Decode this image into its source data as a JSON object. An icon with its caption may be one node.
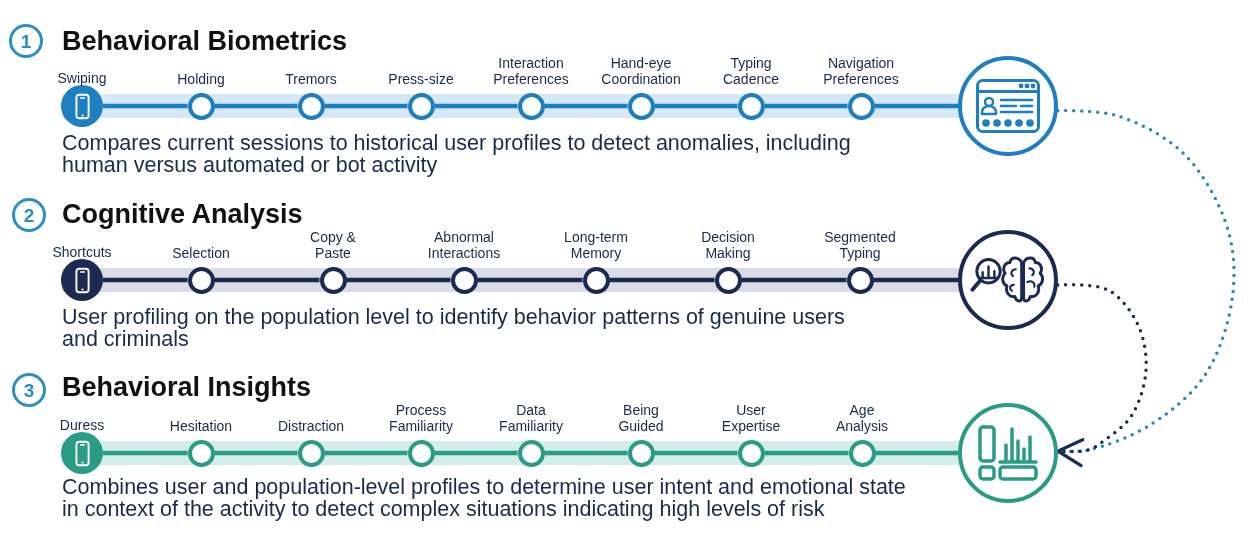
{
  "diagram": {
    "nodes": [
      {
        "text": [
          "1"
        ]
      },
      {
        "text": [
          "Swiping"
        ]
      },
      {
        "text": [
          "Holding"
        ]
      },
      {
        "text": [
          "Tremors"
        ]
      },
      {
        "text": [
          "Press-size"
        ]
      },
      {
        "text": [
          "Interaction Preferences"
        ]
      },
      {
        "text": [
          "Hand-eye Coordination"
        ]
      },
      {
        "text": [
          "Typing Cadence"
        ]
      },
      {
        "text": [
          "Navigation Preferences"
        ]
      },
      {
        "text": [],
        "shape": "circle"
      },
      {
        "text": [
          "2"
        ]
      },
      {
        "text": [
          "Shortcuts"
        ]
      },
      {
        "text": [
          "Selection"
        ]
      },
      {
        "text": [
          "Copy & Paste"
        ]
      },
      {
        "text": [
          "Abnormal Interactions"
        ]
      },
      {
        "text": [
          "Long-term Memory"
        ]
      },
      {
        "text": [
          "Decision Making"
        ]
      },
      {
        "text": [
          "Segmented Typing"
        ]
      },
      {
        "text": [],
        "shape": "circle"
      },
      {
        "text": [
          "3"
        ]
      },
      {
        "text": [
          "Duress"
        ]
      },
      {
        "text": [
          "Hesitation"
        ]
      },
      {
        "text": [
          "Distraction"
        ]
      },
      {
        "text": [
          "Process Familiarity"
        ]
      },
      {
        "text": [
          "Data Familiarity"
        ]
      },
      {
        "text": [
          "Being Guided"
        ]
      },
      {
        "text": [
          "User Expertise"
        ]
      },
      {
        "text": [
          "Age Analysis"
        ]
      },
      {
        "text": [],
        "shape": "circle"
      }
    ],
    "edges": [
      {
        "from": 1,
        "to": 2,
        "arrow": "none",
        "color": "#1d7fbf"
      },
      {
        "from": 2,
        "to": 3,
        "arrow": "none",
        "color": "#1d7fbf"
      },
      {
        "from": 3,
        "to": 4,
        "arrow": "none",
        "color": "#1d7fbf"
      },
      {
        "from": 4,
        "to": 5,
        "arrow": "none",
        "color": "#1d7fbf"
      },
      {
        "from": 5,
        "to": 6,
        "arrow": "none",
        "color": "#1d7fbf"
      },
      {
        "from": 6,
        "to": 7,
        "arrow": "none",
        "color": "#1d7fbf"
      },
      {
        "from": 7,
        "to": 8,
        "arrow": "none",
        "color": "#1d7fbf"
      },
      {
        "from": 8,
        "to": 9,
        "arrow": "none",
        "color": "#1d7fbf"
      },
      {
        "from": 11,
        "to": 12,
        "arrow": "none",
        "color": "#1c2a52"
      },
      {
        "from": 12,
        "to": 13,
        "arrow": "none",
        "color": "#1c2a52"
      },
      {
        "from": 13,
        "to": 14,
        "arrow": "none",
        "color": "#1c2a52"
      },
      {
        "from": 14,
        "to": 15,
        "arrow": "none",
        "color": "#1c2a52"
      },
      {
        "from": 15,
        "to": 16,
        "arrow": "none",
        "color": "#1c2a52"
      },
      {
        "from": 16,
        "to": 17,
        "arrow": "none",
        "color": "#1c2a52"
      },
      {
        "from": 17,
        "to": 18,
        "arrow": "none",
        "color": "#1c2a52"
      },
      {
        "from": 20,
        "to": 21,
        "arrow": "none",
        "color": "#2a9c86"
      },
      {
        "from": 21,
        "to": 22,
        "arrow": "none",
        "color": "#2a9c86"
      },
      {
        "from": 22,
        "to": 23,
        "arrow": "none",
        "color": "#2a9c86"
      },
      {
        "from": 23,
        "to": 24,
        "arrow": "none",
        "color": "#2a9c86"
      },
      {
        "from": 24,
        "to": 25,
        "arrow": "none",
        "color": "#2a9c86"
      },
      {
        "from": 25,
        "to": 26,
        "arrow": "none",
        "color": "#2a9c86"
      },
      {
        "from": 26,
        "to": 27,
        "arrow": "none",
        "color": "#2a9c86"
      },
      {
        "from": 27,
        "to": 28,
        "arrow": "none",
        "color": "#2a9c86"
      },
      {
        "from": 9,
        "to": 28,
        "arrow": "to",
        "style": "dashed",
        "color": "#2a88bb"
      },
      {
        "from": 18,
        "to": 28,
        "arrow": "to",
        "style": "dashed",
        "color": "#1c2a52"
      }
    ],
    "labels": [
      "Behavioral Biometrics",
      "Compares current sessions to historical user profiles to detect anomalies, including human versus automated or bot activity",
      "Cognitive Analysis",
      "User profiling on the population level to identify behavior patterns of genuine users and criminals",
      "Behavioral Insights",
      "Combines user and population-level profiles to determine user intent and emotional state in context of the activity to detect complex situations indicating high levels of risk"
    ]
  }
}
